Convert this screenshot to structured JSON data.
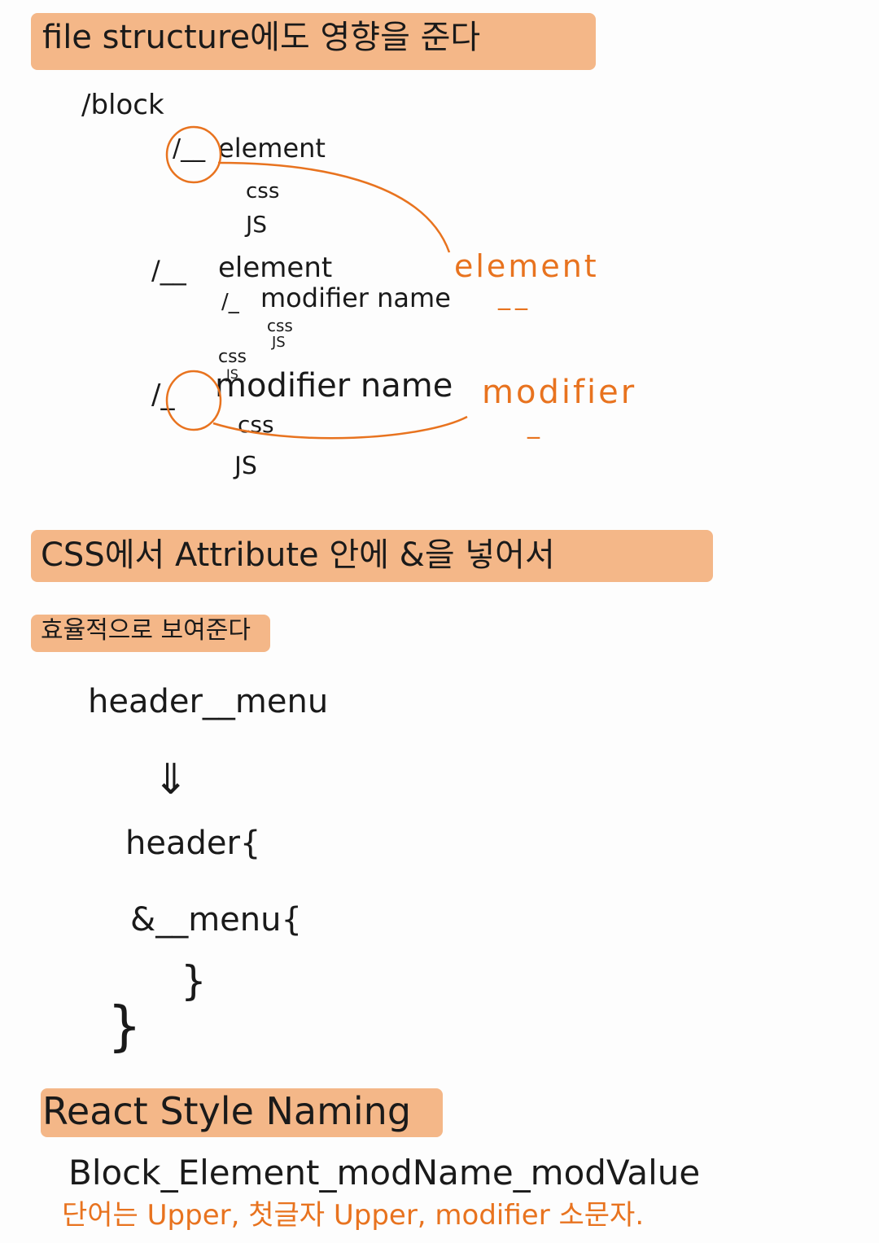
{
  "section1": {
    "heading": "file structure에도 영향을 준다",
    "block": "/block",
    "tree": [
      {
        "prefix": "/__",
        "label": "element"
      },
      {
        "label": "css"
      },
      {
        "label": "JS"
      },
      {
        "prefix": "/__",
        "label": "element"
      },
      {
        "prefix": "/_",
        "label": "modifier name"
      },
      {
        "label": "css"
      },
      {
        "label": "JS"
      },
      {
        "label": "css"
      },
      {
        "label": "JS"
      },
      {
        "prefix": "/_",
        "label": "modifier name"
      },
      {
        "label": "css"
      },
      {
        "label": "JS"
      }
    ],
    "notes": {
      "element": "element",
      "element_mark": "__",
      "modifier": "modifier",
      "modifier_mark": "_"
    }
  },
  "section2": {
    "heading_line1": "CSS에서 Attribute 안에 &을 넣어서",
    "heading_line2": "효율적으로 보여준다",
    "code": [
      "header__menu",
      "⇓",
      "header{",
      "&__menu{",
      "}",
      "}"
    ]
  },
  "section3": {
    "heading": "React Style Naming",
    "pattern": "Block_Element_modName_modValue",
    "note": "단어는 Upper, 첫글자 Upper, modifier 소문자."
  },
  "colors": {
    "highlight": "#f4b788",
    "accent": "#e8731f",
    "ink": "#1a1a1a"
  }
}
